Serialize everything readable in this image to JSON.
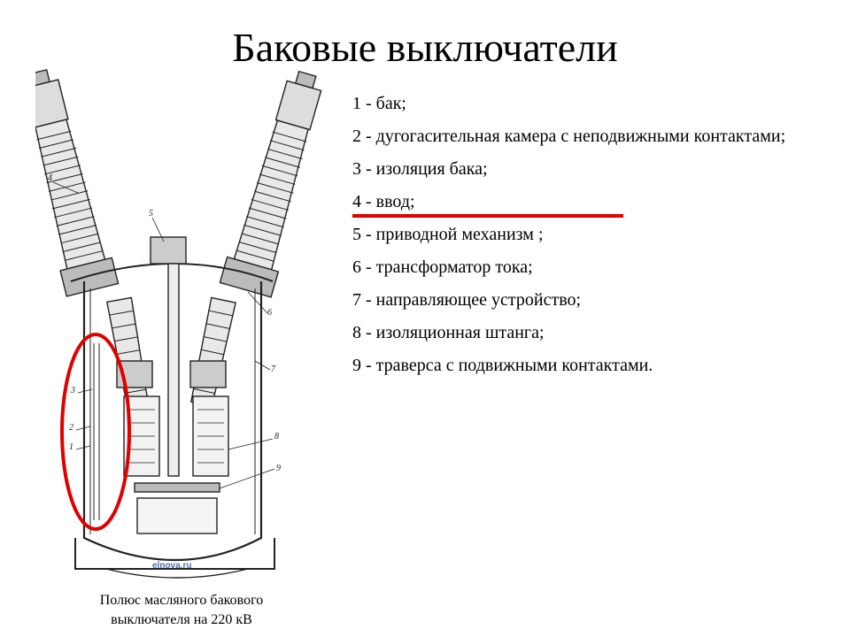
{
  "slide": {
    "title": "Баковые выключатели",
    "caption_line1": "Полюс масляного бакового",
    "caption_line2": "выключателя на 220 кВ",
    "watermark": "elnova.ru"
  },
  "legend": [
    {
      "text": "1 - бак;"
    },
    {
      "text": "2 - дугогасительная камера с неподвижными контактами;"
    },
    {
      "text": "3 - изоляция бака;"
    },
    {
      "text": "4 - ввод;"
    },
    {
      "text": "5 - приводной механизм ;"
    },
    {
      "text": "6 - трансформатор тока;"
    },
    {
      "text": "7 - направляющее устройство;"
    },
    {
      "text": "8 - изоляционная штанга;"
    },
    {
      "text": "9 - траверса с подвижными контактами."
    }
  ],
  "drawing_labels": {
    "l1": "1",
    "l2": "2",
    "l3": "3",
    "l4": "4",
    "l5": "5",
    "l6": "6",
    "l7": "7",
    "l8": "8",
    "l9": "9"
  },
  "colors": {
    "highlight": "#e00000",
    "line": "#222222",
    "watermark": "#4a6fb0"
  }
}
